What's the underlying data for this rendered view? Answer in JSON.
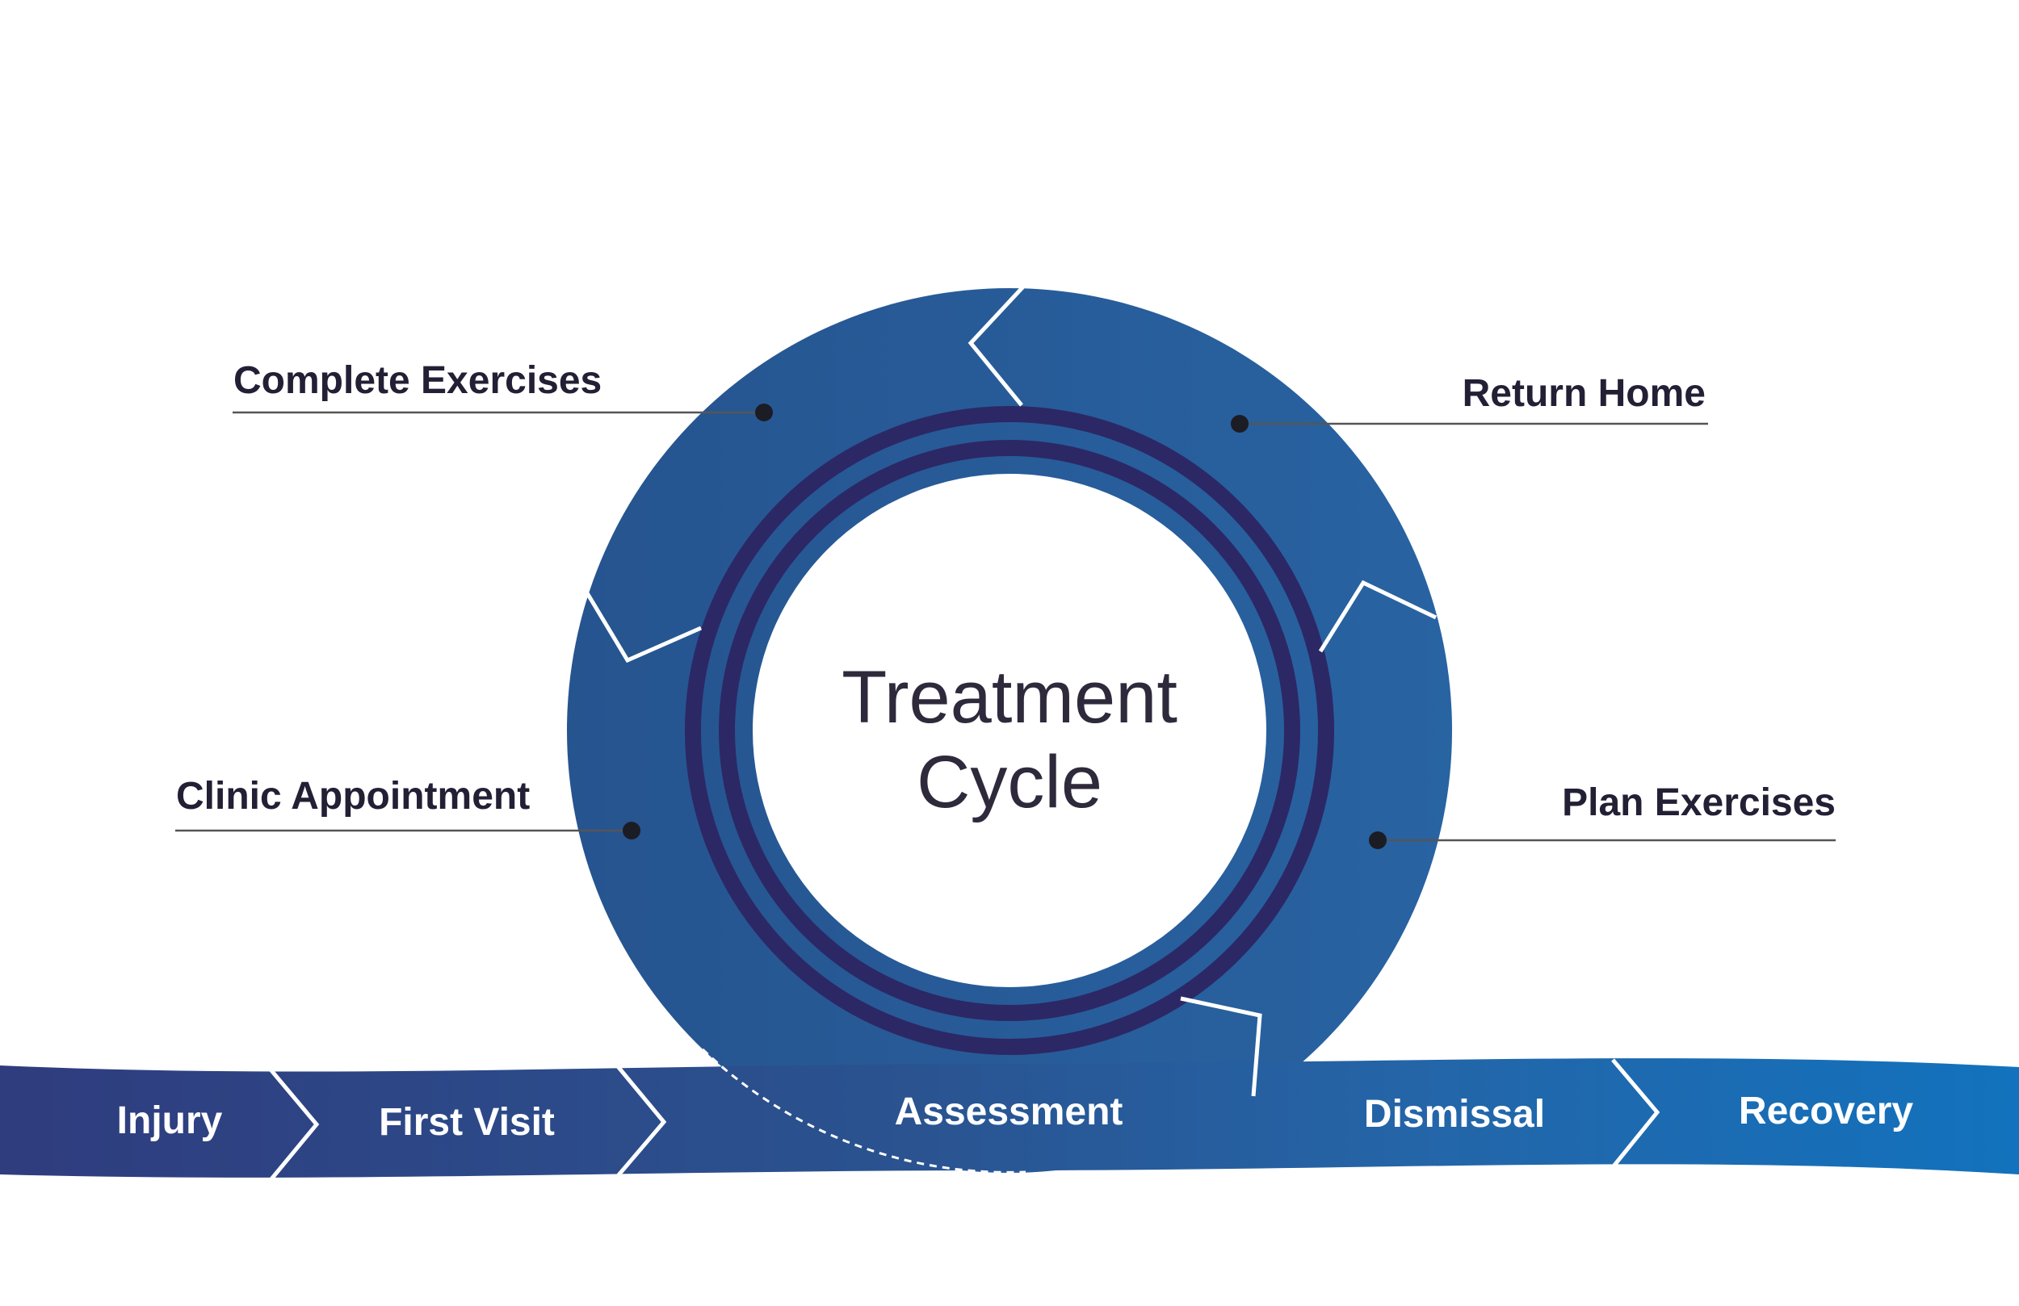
{
  "center": {
    "line1": "Treatment",
    "line2": "Cycle"
  },
  "cycle_steps": {
    "complete_exercises": "Complete Exercises",
    "return_home": "Return Home",
    "clinic_appointment": "Clinic Appointment",
    "plan_exercises": "Plan Exercises"
  },
  "journey": {
    "injury": "Injury",
    "first_visit": "First Visit",
    "assessment": "Assessment",
    "dismissal": "Dismissal",
    "recovery": "Recovery"
  },
  "colors": {
    "ring": "#27589a",
    "inner_ring": "#2c2865",
    "band_start": "#2f3c7e",
    "band_end": "#1272bd",
    "label_text": "#231f35",
    "leader_line": "#555555"
  }
}
